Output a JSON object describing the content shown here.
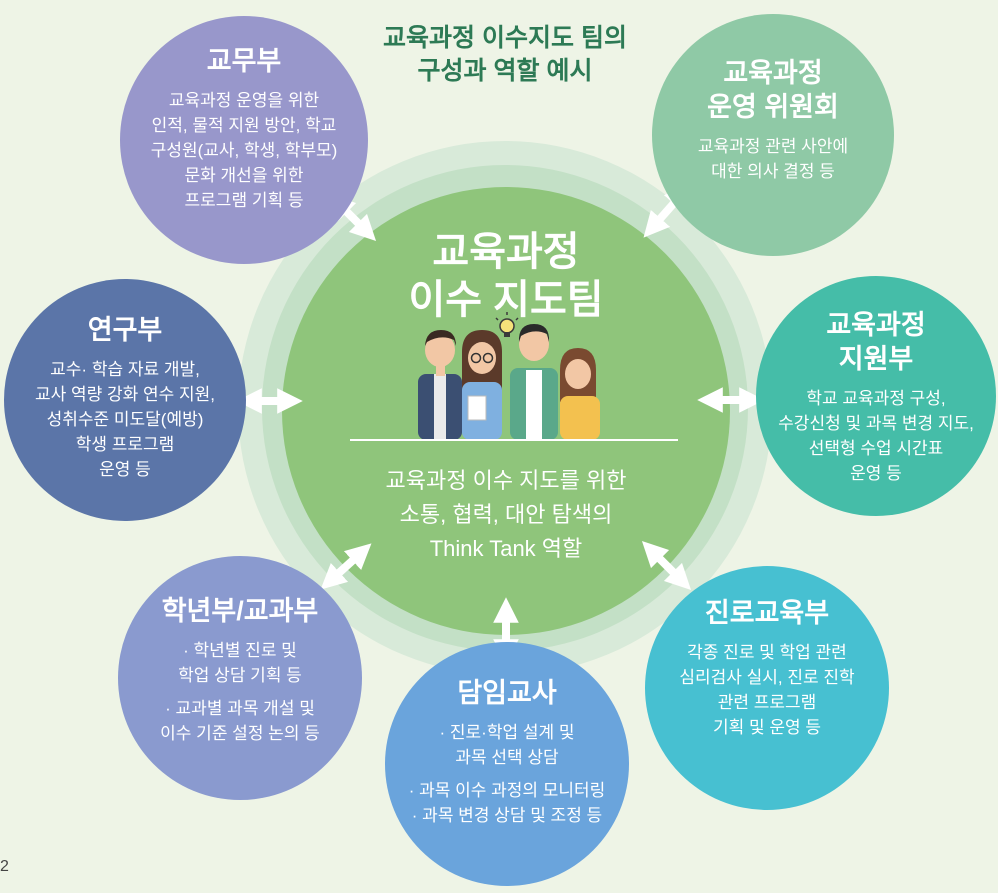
{
  "title": [
    "교육과정 이수지도 팀의",
    "구성과 역할 예시"
  ],
  "center": {
    "title": [
      "교육과정",
      "이수 지도팀"
    ],
    "desc": [
      "교육과정 이수 지도를 위한",
      "소통, 협력, 대안 탐색의",
      "Think Tank 역할"
    ]
  },
  "nodes": {
    "academic": {
      "title": [
        "교무부"
      ],
      "desc": [
        "교육과정 운영을 위한",
        "인적, 물적 지원 방안, 학교",
        "구성원(교사, 학생, 학부모)",
        "문화 개선을 위한",
        "프로그램 기획 등"
      ]
    },
    "committee": {
      "title": [
        "교육과정",
        "운영 위원회"
      ],
      "desc": [
        "교육과정 관련 사안에",
        "대한 의사 결정 등"
      ]
    },
    "research": {
      "title": [
        "연구부"
      ],
      "desc": [
        "교수· 학습 자료 개발,",
        "교사 역량 강화 연수 지원,",
        "성취수준 미도달(예방)",
        "학생 프로그램",
        "운영 등"
      ]
    },
    "support": {
      "title": [
        "교육과정",
        "지원부"
      ],
      "desc": [
        "학교 교육과정 구성,",
        "수강신청 및 과목 변경 지도,",
        "선택형 수업 시간표",
        "운영 등"
      ]
    },
    "grade": {
      "title": [
        "학년부/교과부"
      ],
      "desc": [
        "· 학년별 진로 및",
        "학업 상담 기획 등"
      ],
      "desc2": [
        "· 교과별 과목 개설 및",
        "이수 기준 설정 논의 등"
      ]
    },
    "homeroom": {
      "title": [
        "담임교사"
      ],
      "desc": [
        "· 진로·학업 설계 및",
        "과목 선택 상담"
      ],
      "desc2": [
        "· 과목 이수 과정의 모니터링",
        "· 과목 변경 상담 및 조정 등"
      ]
    },
    "career": {
      "title": [
        "진로교육부"
      ],
      "desc": [
        "각종 진로 및 학업 관련",
        "심리검사 실시, 진로 진학",
        "관련 프로그램",
        "기획 및 운영 등"
      ]
    }
  },
  "page_number": "2",
  "colors": {
    "background": "#eef4e6",
    "center": "#8fc57b",
    "academic": "#9897cb",
    "committee": "#8fc9a6",
    "research": "#5b75a8",
    "support": "#45bda8",
    "grade": "#8a9acf",
    "homeroom": "#6aa4dc",
    "career": "#47c0d1",
    "title": "#2d7a55"
  }
}
